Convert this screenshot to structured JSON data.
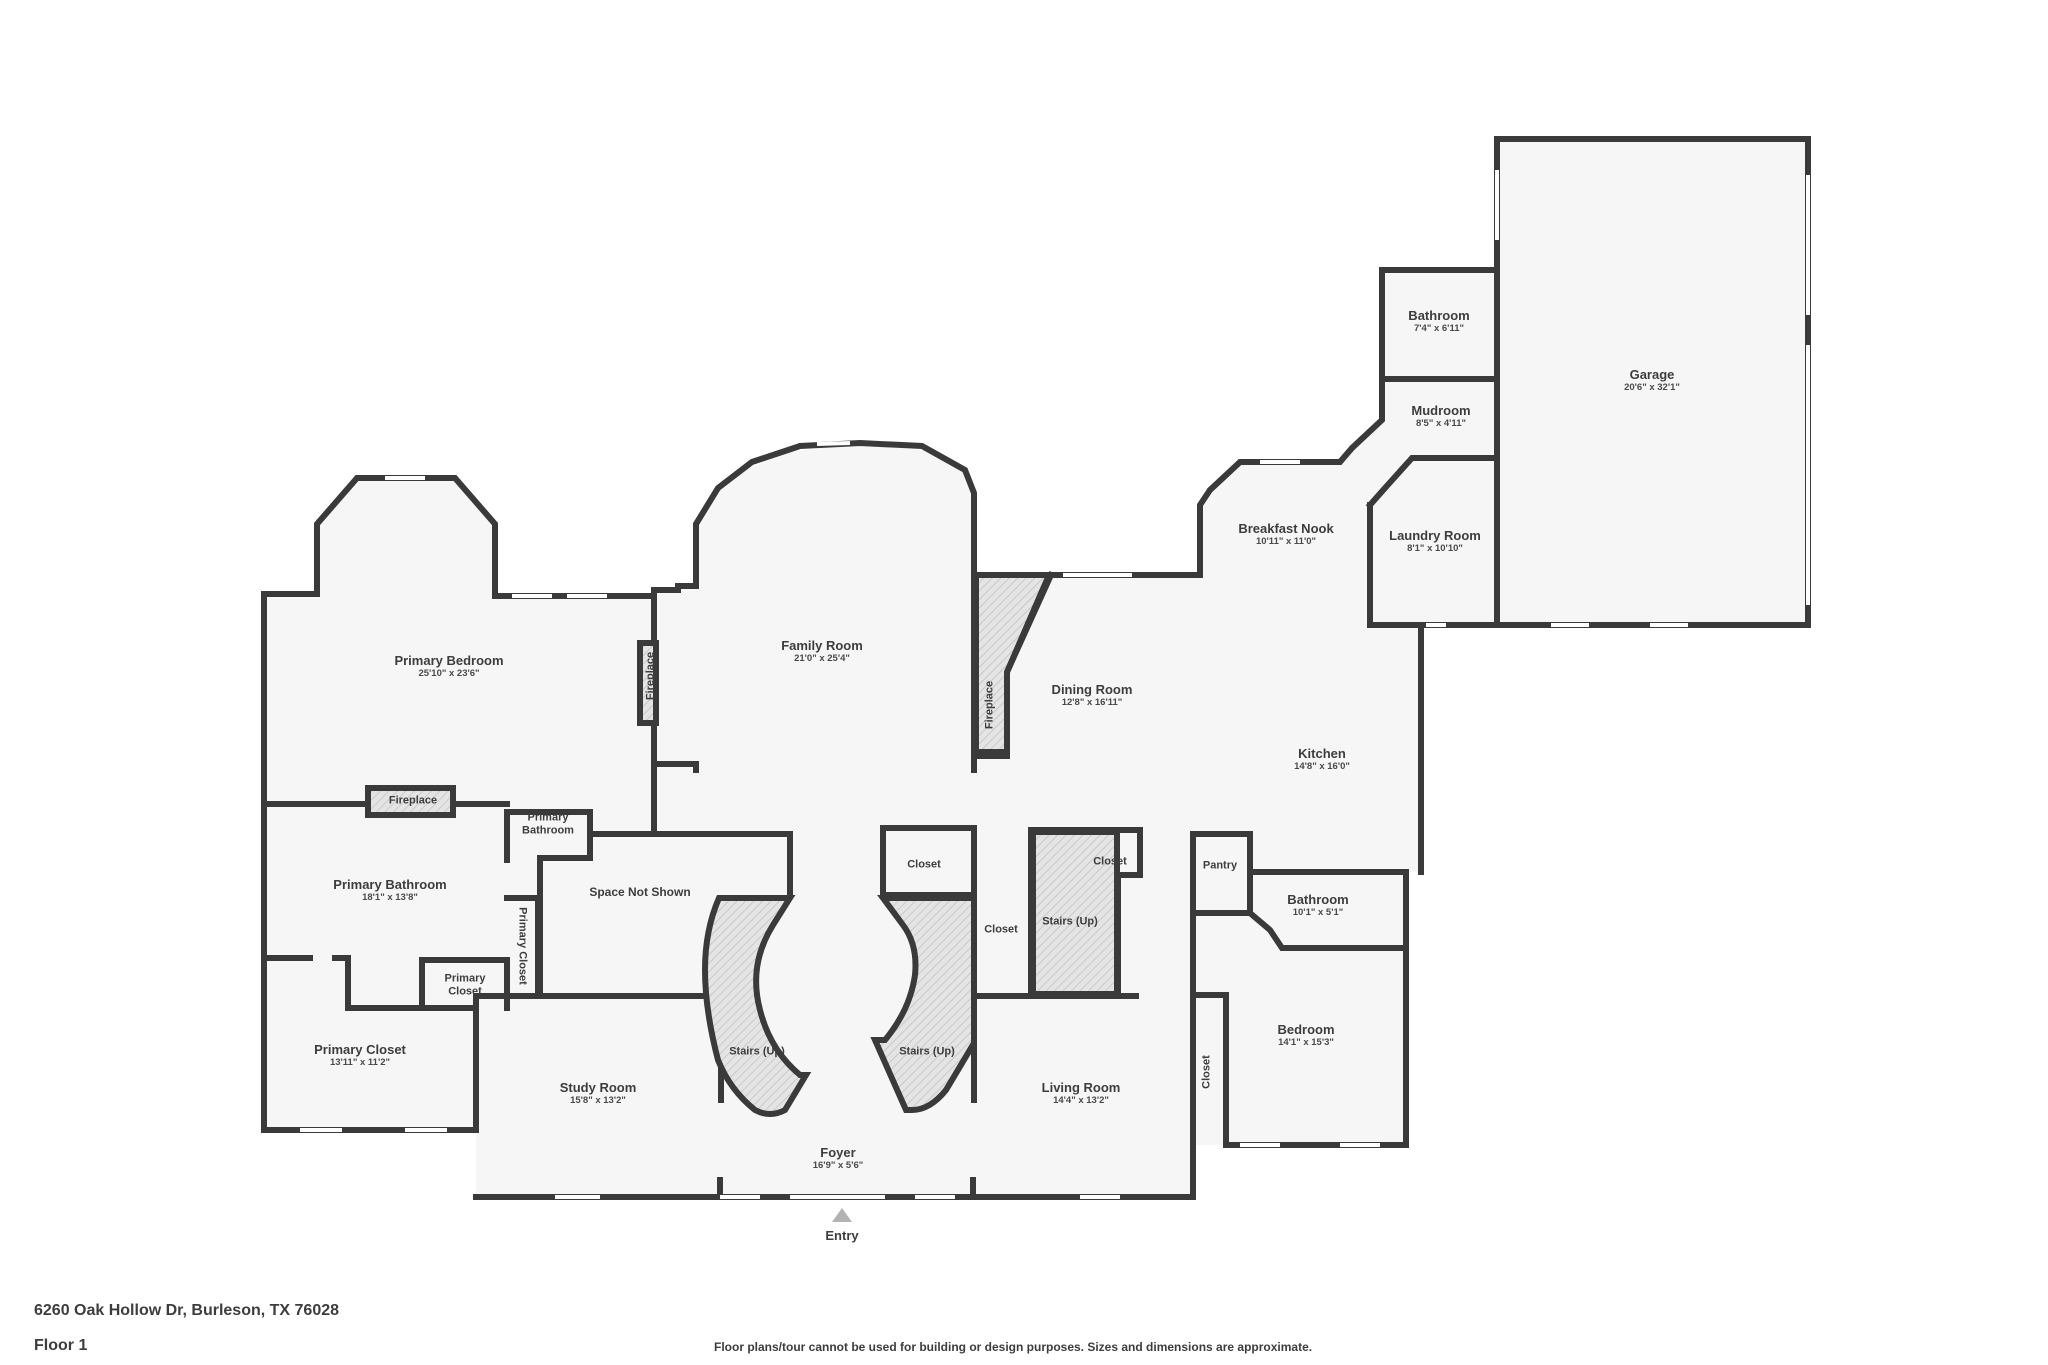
{
  "property": {
    "address": "6260 Oak Hollow Dr, Burleson, TX 76028",
    "floor": "Floor 1",
    "disclaimer": "Floor plans/tour cannot be used for building or design purposes. Sizes and dimensions are approximate."
  },
  "entry": {
    "label": "Entry",
    "icon": "triangle-up-icon"
  },
  "colors": {
    "wall": "#3a3a3a",
    "floor": "#f6f6f6",
    "background": "#ffffff",
    "entry_marker": "#b3b3b3"
  },
  "rooms": [
    {
      "name": "Primary Bedroom",
      "dims": "25'10\" x 23'6\""
    },
    {
      "name": "Family Room",
      "dims": "21'0\" x 25'4\""
    },
    {
      "name": "Dining Room",
      "dims": "12'8\" x 16'11\""
    },
    {
      "name": "Breakfast Nook",
      "dims": "10'11\" x 11'0\""
    },
    {
      "name": "Kitchen",
      "dims": "14'8\" x 16'0\""
    },
    {
      "name": "Laundry Room",
      "dims": "8'1\" x 10'10\""
    },
    {
      "name": "Mudroom",
      "dims": "8'5\" x 4'11\""
    },
    {
      "name": "Bathroom",
      "dims": "7'4\" x 6'11\""
    },
    {
      "name": "Garage",
      "dims": "20'6\" x 32'1\""
    },
    {
      "name": "Primary Bathroom",
      "dims": "18'1\" x 13'8\""
    },
    {
      "name": "Primary Closet",
      "dims": "13'11\" x 11'2\""
    },
    {
      "name": "Study Room",
      "dims": "15'8\" x 13'2\""
    },
    {
      "name": "Foyer",
      "dims": "16'9\" x 5'6\""
    },
    {
      "name": "Living Room",
      "dims": "14'4\" x 13'2\""
    },
    {
      "name": "Bathroom",
      "dims": "10'1\" x 5'1\""
    },
    {
      "name": "Bedroom",
      "dims": "14'1\" x 15'3\""
    }
  ],
  "features": {
    "fireplace_bedroom_vertical": "Fireplace",
    "fireplace_bedroom_horizontal": "Fireplace",
    "fireplace_dining": "Fireplace",
    "primary_bathroom_small": "Primary Bathroom",
    "primary_closet_small": "Primary Closet",
    "primary_closet_vertical": "Primary Closet",
    "space_not_shown": "Space Not Shown",
    "stairs_left": "Stairs (Up)",
    "stairs_right": "Stairs (Up)",
    "stairs_back": "Stairs (Up)",
    "closet_front": "Closet",
    "closet_hall": "Closet",
    "closet_stair": "Closet",
    "pantry": "Pantry",
    "closet_bedroom": "Closet"
  }
}
